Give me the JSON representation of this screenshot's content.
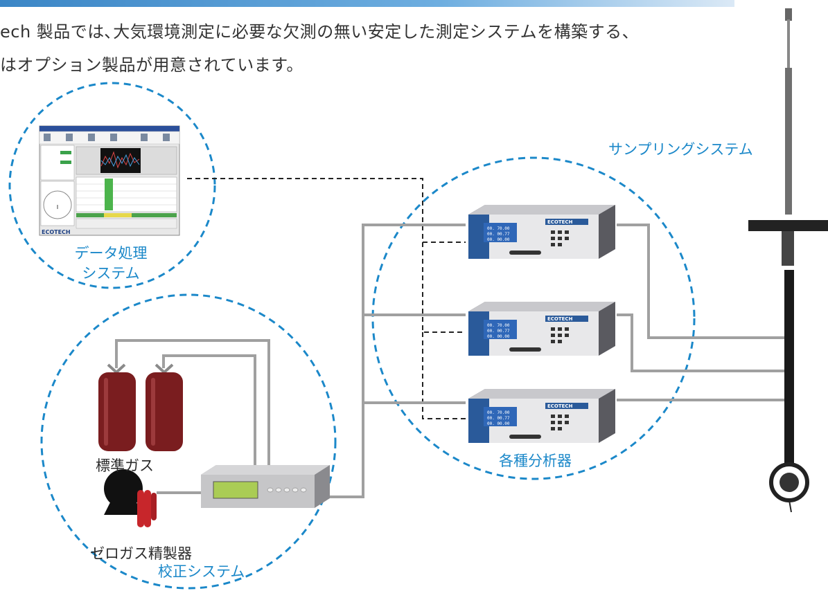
{
  "intro": {
    "line1": "ech 製品では､大気環境測定に必要な欠測の無い安定した測定システムを構築する、",
    "line2": "はオプション製品が用意されています。"
  },
  "labels": {
    "sampling_system": "サンプリングシステム",
    "data_processing_line1": "データ処理",
    "data_processing_line2": "システム",
    "analyzers": "各種分析器",
    "standard_gas": "標準ガス",
    "zero_gas_generator": "ゼロガス精製器",
    "calibration_system": "校正システム"
  },
  "brand": {
    "analyzer_logo": "ECOTECH",
    "software_logo": "ECOTECH"
  },
  "analyzer_display": {
    "row1": "00.  70.00",
    "row2": "00.  00.77",
    "row3": "00.  00.00"
  },
  "colors": {
    "accent_blue": "#1b88c9",
    "pipe_gray": "#a0a0a0",
    "cylinder_red": "#7a1d1f",
    "analyzer_front_blue": "#2a5a9a"
  }
}
